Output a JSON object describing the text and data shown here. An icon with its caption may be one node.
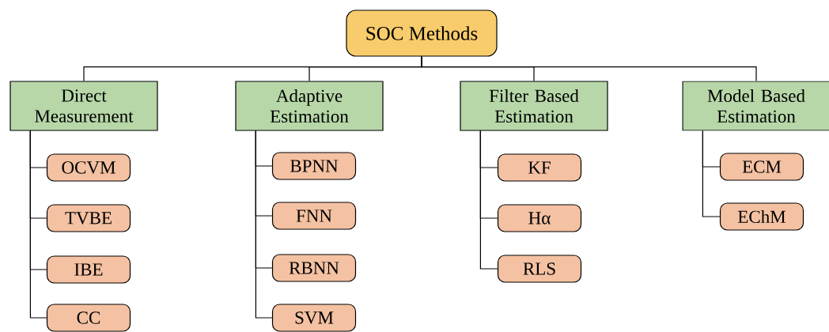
{
  "diagram": {
    "nodes": [
      {
        "text": [
          "SOC Methods"
        ]
      },
      {
        "text": [
          "Direct Measurement"
        ]
      },
      {
        "text": [
          "Adaptive Estimation"
        ]
      },
      {
        "text": [
          "Filter Based Estimation"
        ]
      },
      {
        "text": [
          "Model Based Estimation"
        ]
      },
      {
        "text": [
          "OCVM"
        ]
      },
      {
        "text": [
          "TVBE"
        ]
      },
      {
        "text": [
          "IBE"
        ]
      },
      {
        "text": [
          "CC"
        ]
      },
      {
        "text": [
          "BPNN"
        ]
      },
      {
        "text": [
          "FNN"
        ]
      },
      {
        "text": [
          "RBNN"
        ]
      },
      {
        "text": [
          "SVM"
        ]
      },
      {
        "text": [
          "KF"
        ]
      },
      {
        "text": [
          "Hα"
        ]
      },
      {
        "text": [
          "RLS"
        ]
      },
      {
        "text": [
          "ECM"
        ]
      },
      {
        "text": [
          "EChM"
        ]
      }
    ],
    "edges": [
      {
        "from": 0,
        "to": 1,
        "arrow": "none"
      },
      {
        "from": 0,
        "to": 2,
        "arrow": "none"
      },
      {
        "from": 0,
        "to": 3,
        "arrow": "none"
      },
      {
        "from": 0,
        "to": 4,
        "arrow": "none"
      },
      {
        "from": 1,
        "to": 5,
        "arrow": "none"
      },
      {
        "from": 1,
        "to": 6,
        "arrow": "none"
      },
      {
        "from": 1,
        "to": 7,
        "arrow": "none"
      },
      {
        "from": 1,
        "to": 8,
        "arrow": "none"
      },
      {
        "from": 2,
        "to": 9,
        "arrow": "none"
      },
      {
        "from": 2,
        "to": 10,
        "arrow": "none"
      },
      {
        "from": 2,
        "to": 11,
        "arrow": "none"
      },
      {
        "from": 2,
        "to": 12,
        "arrow": "none"
      },
      {
        "from": 3,
        "to": 13,
        "arrow": "none"
      },
      {
        "from": 3,
        "to": 14,
        "arrow": "none"
      },
      {
        "from": 3,
        "to": 15,
        "arrow": "none"
      },
      {
        "from": 4,
        "to": 16,
        "arrow": "none"
      },
      {
        "from": 4,
        "to": 17,
        "arrow": "none"
      }
    ]
  }
}
